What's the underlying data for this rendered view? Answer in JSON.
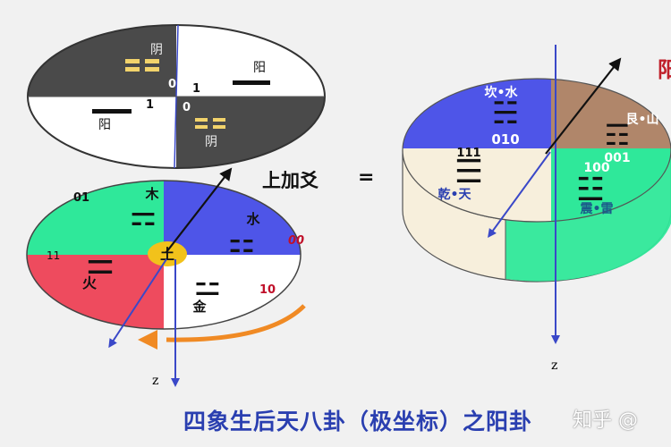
{
  "title": "四象生后天八卦（极坐标）之阳卦",
  "watermark": "知乎 @",
  "operator_label": "上加爻",
  "equals": "=",
  "corner_label": "阳",
  "axis_label": "z",
  "sixiang": {
    "yang_top": "阳",
    "yang_bottom": "阳",
    "yin_top": "阴",
    "yin_bottom": "阴",
    "bits": [
      "0",
      "1",
      "1",
      "0"
    ]
  },
  "wuxing": {
    "center": "土",
    "wood": {
      "name": "木",
      "code": "01",
      "glyph": "⚎"
    },
    "water": {
      "name": "水",
      "code": "00",
      "glyph": "⚏"
    },
    "fire": {
      "name": "火",
      "code": "11",
      "glyph": "⚌"
    },
    "metal": {
      "name": "金",
      "code": "10",
      "glyph": "⚍"
    }
  },
  "bagua": {
    "kan": {
      "name": "坎•水",
      "code": "010",
      "glyph": "☵"
    },
    "gen": {
      "name": "艮•山",
      "code": "001",
      "glyph": "☶"
    },
    "qian": {
      "name": "乾•天",
      "code": "111",
      "glyph": "☰"
    },
    "zhen": {
      "name": "震•雷",
      "code": "100",
      "glyph": "☳"
    }
  },
  "colors": {
    "dark": "#4a4a4a",
    "green": "#2fe89a",
    "blue": "#4e55e8",
    "red": "#ee4b5e",
    "yellow": "#f2c21b",
    "orange": "#f08a24",
    "brown": "#b0866a",
    "cream": "#f7efdc",
    "title": "#2a3fb0"
  }
}
